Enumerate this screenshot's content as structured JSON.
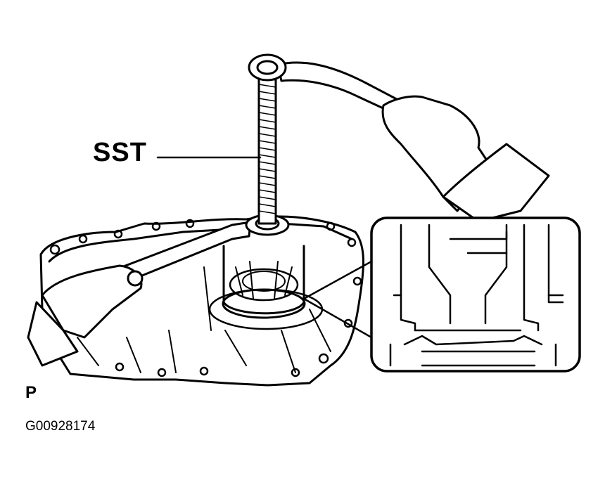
{
  "labels": {
    "sst": "SST",
    "view_marker": "P",
    "figure_code": "G00928174"
  }
}
